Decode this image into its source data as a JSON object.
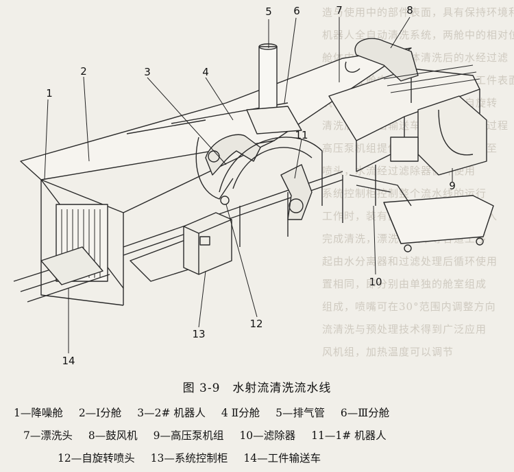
{
  "figure": {
    "callouts": [
      "1",
      "2",
      "3",
      "4",
      "5",
      "6",
      "7",
      "8",
      "9",
      "10",
      "11",
      "12",
      "13",
      "14"
    ],
    "caption_number": "图 3-9",
    "caption_title": "水射流清洗流水线"
  },
  "legend": {
    "row1": [
      "1—降噪舱",
      "2—Ⅰ分舱",
      "3—2# 机器人",
      "4 Ⅱ分舱",
      "5—排气管",
      "6—Ⅲ分舱"
    ],
    "row2": [
      "7—漂洗头",
      "8—鼓风机",
      "9—高压泵机组",
      "10—滤除器",
      "11—1# 机器人"
    ],
    "row3": [
      "12—自旋转喷头",
      "13—系统控制柜",
      "14—工件输送车"
    ]
  },
  "background_text": [
    "造与使用中的部件表面，具有保持环境和改善",
    "机器人全自动清洗系统，两舱中的相对位置一致",
    "舱体内分为三个舱体清洗后的水经过滤",
    "机器人在舱内的导轨上移动，对工件表面",
    "执行喷射清洗工作，喷头可以自旋转",
    "清洗后工件由输送车送出，完成全过程",
    "高压泵机组提供高压水，经管路送至",
    "喷头，水流经过滤除器循环使用",
    "系统控制柜控制整个流水线的运行",
    "工作时，装有部件的工件输送车进入",
    "完成清洗，漂洗和烘干等各道工序",
    "起由水分离器和过滤处理后循环使用",
    "置相同，即分别由单独的舱室组成",
    "组成，喷嘴可在30°范围内调整方向",
    "流清洗与预处理技术得到广泛应用",
    "风机组，加热温度可以调节"
  ]
}
